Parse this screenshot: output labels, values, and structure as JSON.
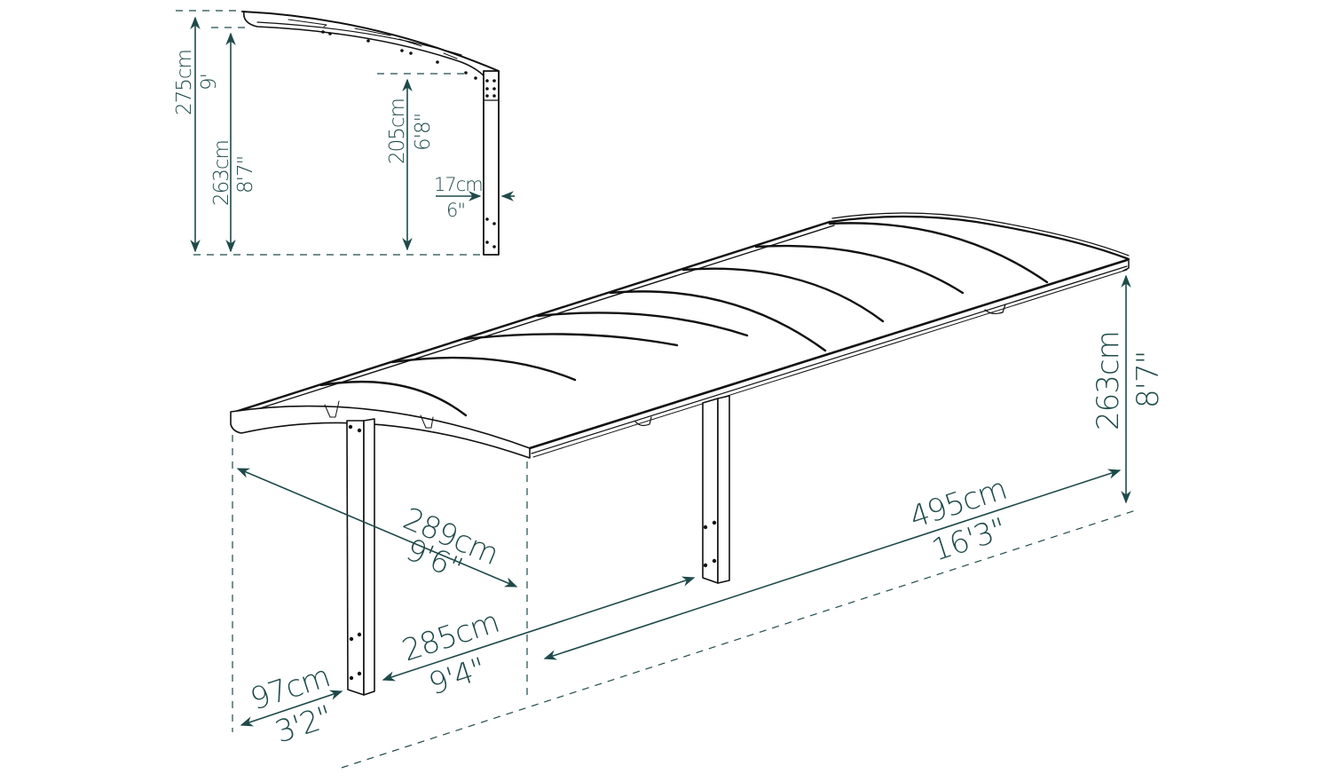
{
  "diagram": {
    "subject": "Curved-roof carport dimension drawing",
    "text_color": "#1f4a4a",
    "line_color": "#111111",
    "side_view": {
      "total_height": {
        "metric": "275cm",
        "imperial": "9'"
      },
      "front_clearance_height": {
        "metric": "263cm",
        "imperial": "8'7\""
      },
      "post_clearance_height": {
        "metric": "205cm",
        "imperial": "6'8\""
      },
      "post_width": {
        "metric": "17cm",
        "imperial": "6\""
      }
    },
    "main_view": {
      "depth": {
        "metric": "289cm",
        "imperial": "9'6\""
      },
      "post_spacing": {
        "metric": "285cm",
        "imperial": "9'4\""
      },
      "post_offset": {
        "metric": "97cm",
        "imperial": "3'2\""
      },
      "total_length": {
        "metric": "495cm",
        "imperial": "16'3\""
      },
      "height": {
        "metric": "263cm",
        "imperial": "8'7\""
      },
      "roof_ribs": 8,
      "posts": 2
    }
  }
}
